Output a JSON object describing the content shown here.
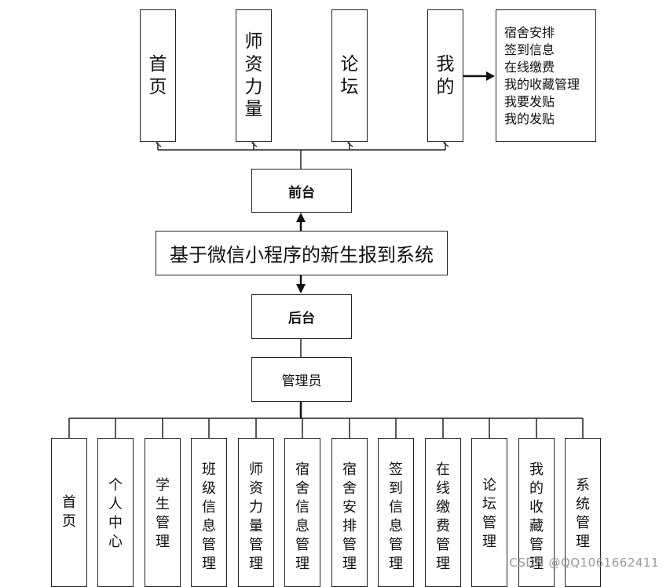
{
  "front": {
    "label": "前台",
    "modules": [
      "首页",
      "师资力量",
      "论坛",
      "我的"
    ],
    "mine_submenu": [
      "宿舍安排",
      "签到信息",
      "在线缴费",
      "我的收藏管理",
      "我要发贴",
      "我的发贴"
    ]
  },
  "system_title": "基于微信小程序的新生报到系统",
  "back": {
    "label": "后台",
    "role": "管理员",
    "modules": [
      "首页",
      "个人中心",
      "学生管理",
      "班级信息管理",
      "师资力量管理",
      "宿舍信息管理",
      "宿舍安排管理",
      "签到信息管理",
      "在线缴费管理",
      "论坛管理",
      "我的收藏管理",
      "系统管理"
    ]
  },
  "watermark": "CSDN @QQ1061662411"
}
